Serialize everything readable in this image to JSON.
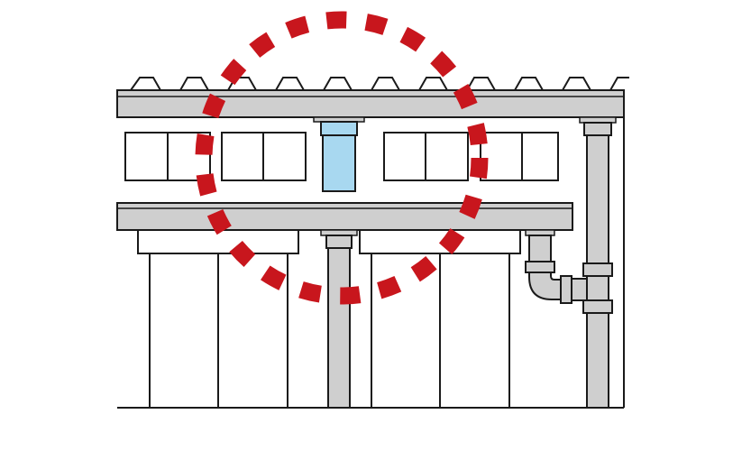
{
  "diagram": {
    "subject": "building-facade-drainage-illustration",
    "colors": {
      "outline": "#1a1a1a",
      "pipe_fill": "#cfcfcf",
      "highlight_pipe_fill": "#a8d8f0",
      "background": "#ffffff",
      "callout_circle": "#c8161d"
    },
    "callout": {
      "style": "dashed-circle",
      "target": "upper-drain-pipe"
    }
  }
}
